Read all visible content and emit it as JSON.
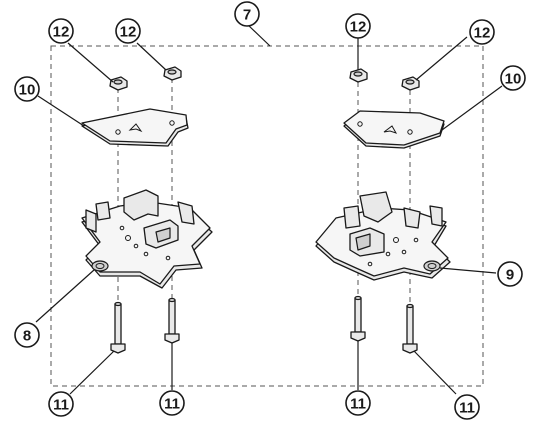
{
  "callouts": {
    "enclosure": "7",
    "mount_left": "8",
    "mount_right": "9",
    "plate_left": "10",
    "plate_right": "10",
    "nut_left_a": "12",
    "nut_left_b": "12",
    "nut_right_a": "12",
    "nut_right_b": "12",
    "screw_left_a": "11",
    "screw_left_b": "11",
    "screw_right_a": "11",
    "screw_right_b": "11"
  },
  "colors": {
    "line": "#1a1a1a",
    "part_fill": "#e9e9e9",
    "background": "#ffffff"
  }
}
